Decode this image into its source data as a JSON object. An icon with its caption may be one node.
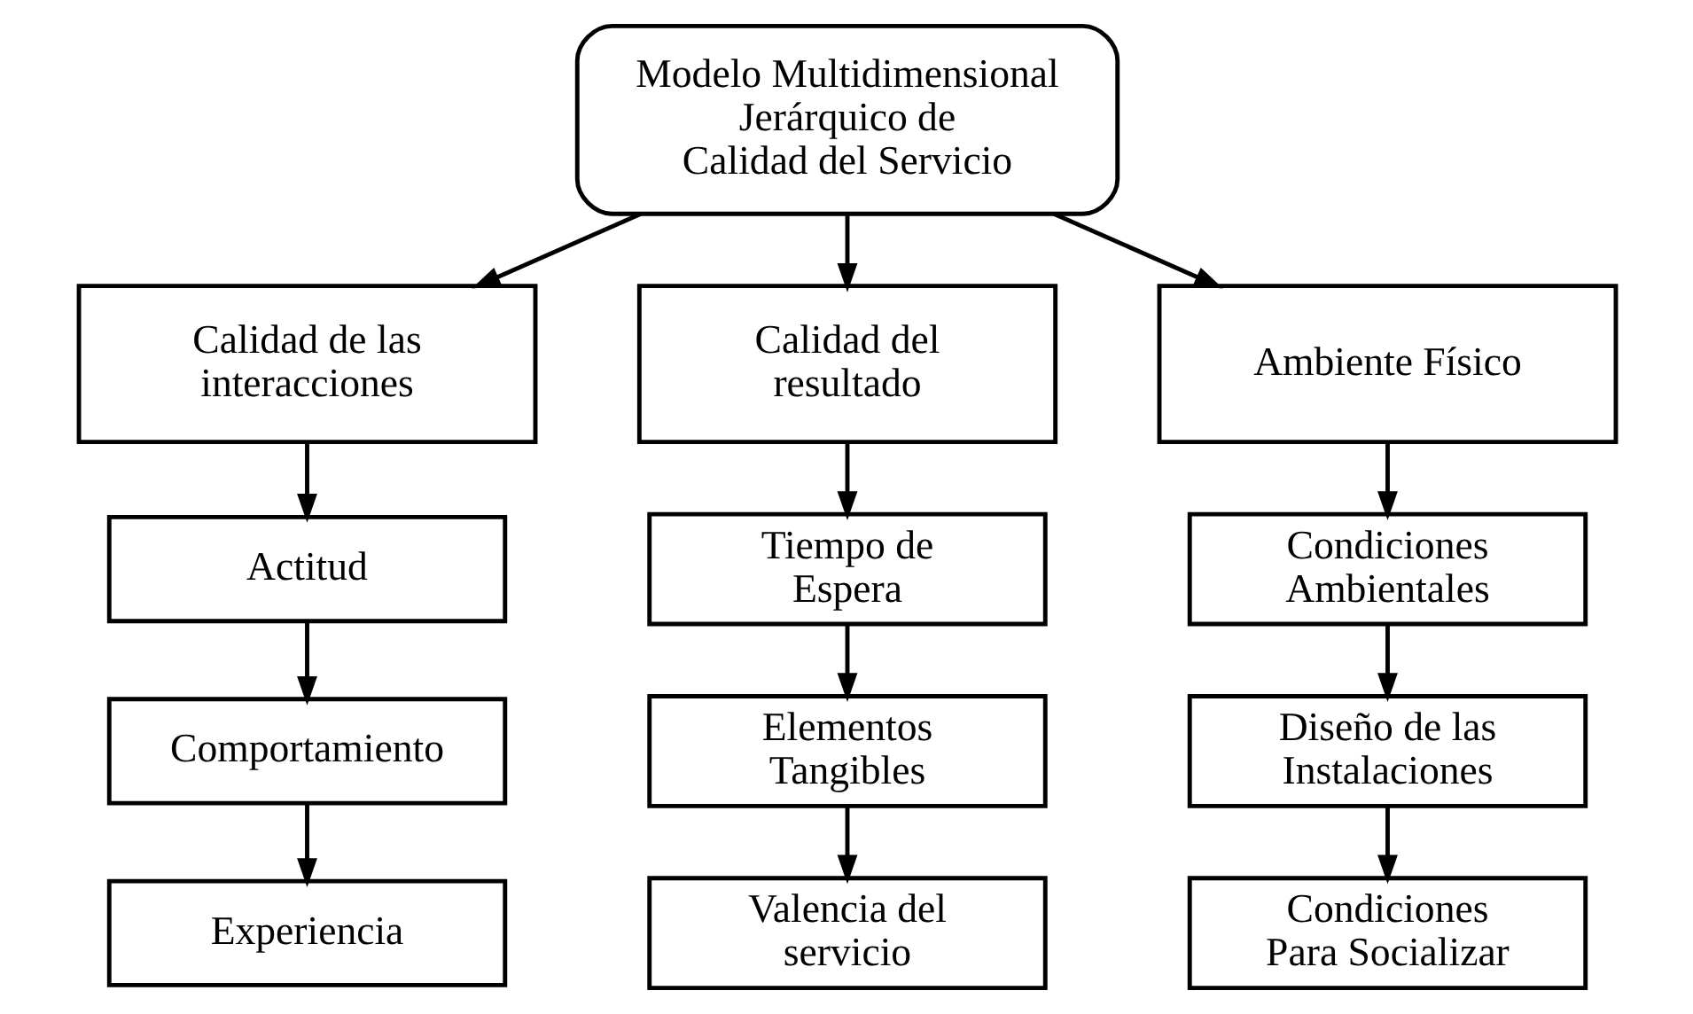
{
  "diagram": {
    "nodes": [
      {
        "text": [
          "Modelo Multidimensional Jerárquico de Calidad del Servicio"
        ]
      },
      {
        "text": [
          "Calidad de las interacciones"
        ]
      },
      {
        "text": [
          "Calidad del resultado"
        ]
      },
      {
        "text": [
          "Ambiente Físico"
        ]
      },
      {
        "text": [
          "Actitud"
        ]
      },
      {
        "text": [
          "Comportamiento"
        ]
      },
      {
        "text": [
          "Experiencia"
        ]
      },
      {
        "text": [
          "Tiempo de Espera"
        ]
      },
      {
        "text": [
          "Elementos Tangibles"
        ]
      },
      {
        "text": [
          "Valencia del servicio"
        ]
      },
      {
        "text": [
          "Condiciones Ambientales"
        ]
      },
      {
        "text": [
          "Diseño de las Instalaciones"
        ]
      },
      {
        "text": [
          "Condiciones Para Socializar"
        ]
      }
    ],
    "edges": [
      {
        "from": 0,
        "to": 1,
        "arrow": "to"
      },
      {
        "from": 0,
        "to": 2,
        "arrow": "to"
      },
      {
        "from": 0,
        "to": 3,
        "arrow": "to"
      },
      {
        "from": 1,
        "to": 4,
        "arrow": "to"
      },
      {
        "from": 4,
        "to": 5,
        "arrow": "to"
      },
      {
        "from": 5,
        "to": 6,
        "arrow": "to"
      },
      {
        "from": 2,
        "to": 7,
        "arrow": "to"
      },
      {
        "from": 7,
        "to": 8,
        "arrow": "to"
      },
      {
        "from": 8,
        "to": 9,
        "arrow": "to"
      },
      {
        "from": 3,
        "to": 10,
        "arrow": "to"
      },
      {
        "from": 10,
        "to": 11,
        "arrow": "to"
      },
      {
        "from": 11,
        "to": 12,
        "arrow": "to"
      }
    ]
  }
}
